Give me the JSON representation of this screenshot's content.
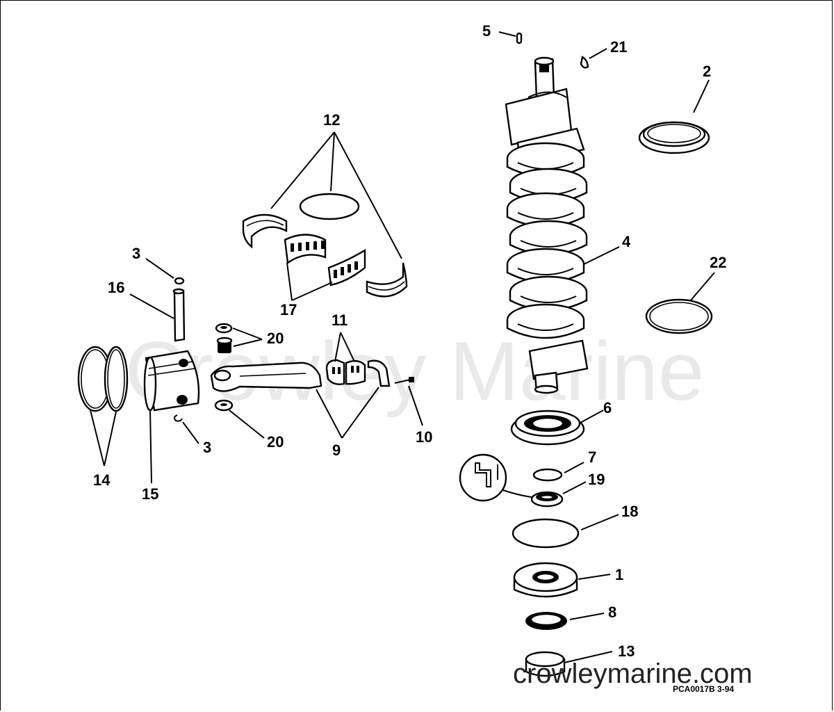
{
  "watermark": "Crowley Marine",
  "site_url": "crowleymarine.com",
  "drawing_code": "PCA0017B  3-94",
  "callouts": [
    {
      "id": "1",
      "text": "1"
    },
    {
      "id": "2",
      "text": "2"
    },
    {
      "id": "3a",
      "text": "3"
    },
    {
      "id": "3b",
      "text": "3"
    },
    {
      "id": "4",
      "text": "4"
    },
    {
      "id": "5",
      "text": "5"
    },
    {
      "id": "6",
      "text": "6"
    },
    {
      "id": "7",
      "text": "7"
    },
    {
      "id": "8",
      "text": "8"
    },
    {
      "id": "9",
      "text": "9"
    },
    {
      "id": "10",
      "text": "10"
    },
    {
      "id": "11",
      "text": "11"
    },
    {
      "id": "12",
      "text": "12"
    },
    {
      "id": "13",
      "text": "13"
    },
    {
      "id": "14",
      "text": "14"
    },
    {
      "id": "15",
      "text": "15"
    },
    {
      "id": "16",
      "text": "16"
    },
    {
      "id": "17",
      "text": "17"
    },
    {
      "id": "18",
      "text": "18"
    },
    {
      "id": "19",
      "text": "19"
    },
    {
      "id": "20a",
      "text": "20"
    },
    {
      "id": "20b",
      "text": "20"
    },
    {
      "id": "21",
      "text": "21"
    },
    {
      "id": "22",
      "text": "22"
    }
  ]
}
